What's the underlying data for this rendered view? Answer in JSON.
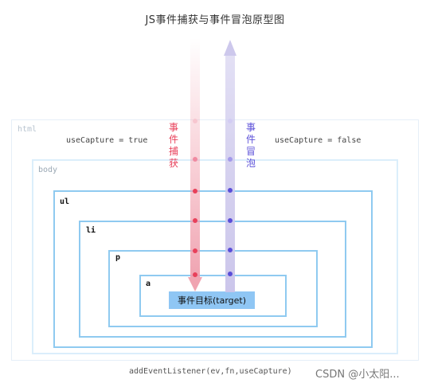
{
  "title": "JS事件捕获与事件冒泡原型图",
  "capture_label": "useCapture = true",
  "bubble_label": "useCapture = false",
  "capture_side_text": [
    "事",
    "件",
    "捕",
    "获"
  ],
  "bubble_side_text": [
    "事",
    "件",
    "冒",
    "泡"
  ],
  "elements": {
    "html": "html",
    "body": "body",
    "ul": "ul",
    "li": "li",
    "p": "p",
    "a": "a"
  },
  "target_label": "事件目标(target)",
  "footer": "addEventListener(ev,fn,useCapture)",
  "watermark": "CSDN @小太阳...",
  "colors": {
    "capture": "#e8405a",
    "bubble": "#5b4fd8",
    "box_light": "#e3eefa",
    "box": "#8fcaf0",
    "target_bg": "#8fc6f4"
  }
}
